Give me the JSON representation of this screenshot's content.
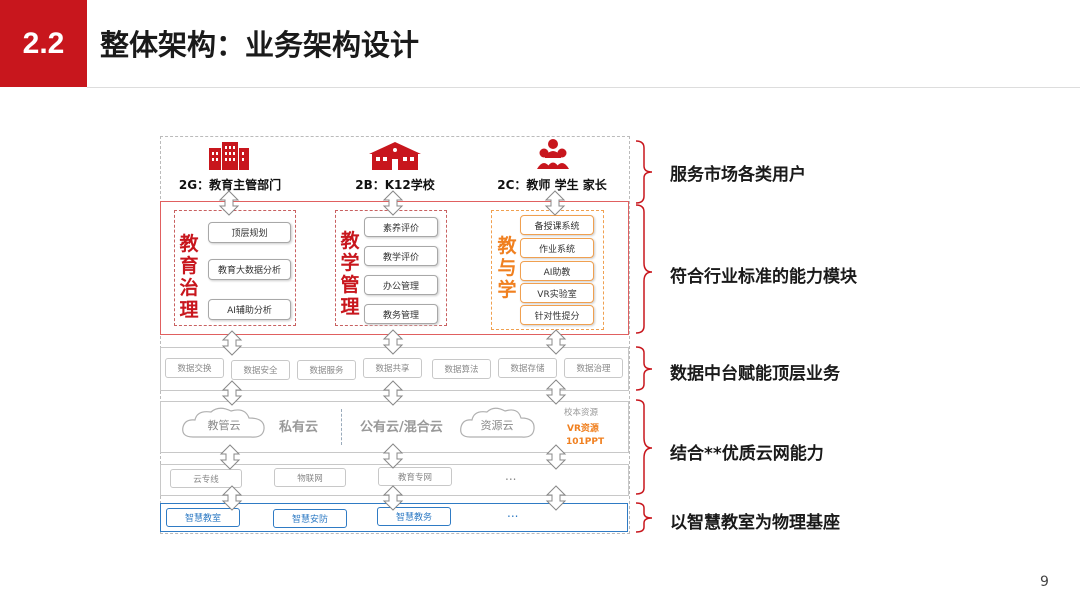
{
  "header": {
    "badge": "2.2",
    "title": "整体架构：业务架构设计"
  },
  "users": [
    {
      "label": "2G：教育主管部门",
      "icon": "government-building-icon"
    },
    {
      "label": "2B：K12学校",
      "icon": "school-building-icon"
    },
    {
      "label": "2C：教师 学生 家长",
      "icon": "people-group-icon"
    }
  ],
  "capability": {
    "groups": [
      {
        "title": "教育治理",
        "title_chars": [
          "教",
          "育",
          "治",
          "理"
        ],
        "modules": [
          "顶层规划",
          "教育大数据分析",
          "AI辅助分析"
        ]
      },
      {
        "title": "教学管理",
        "title_chars": [
          "教",
          "学",
          "管",
          "理"
        ],
        "modules": [
          "素养评价",
          "教学评价",
          "办公管理",
          "教务管理"
        ]
      },
      {
        "title": "教与学",
        "title_chars": [
          "教",
          "与",
          "学"
        ],
        "modules": [
          "备授课系统",
          "作业系统",
          "AI助教",
          "VR实验室",
          "针对性提分"
        ]
      }
    ]
  },
  "data_platform": {
    "items": [
      "数据交换",
      "数据安全",
      "数据服务",
      "数据共享",
      "数据算法",
      "数据存储",
      "数据治理"
    ]
  },
  "cloud": {
    "edu_cloud": "教管云",
    "private": "私有云",
    "public": "公有云/混合云",
    "resource_cloud": "资源云",
    "resources": [
      "校本资源",
      "VR资源",
      "101PPT"
    ]
  },
  "network": {
    "items": [
      "云专线",
      "物联网",
      "教育专网",
      "..."
    ]
  },
  "smart": {
    "items": [
      "智慧教室",
      "智慧安防",
      "智慧教务",
      "..."
    ]
  },
  "right_labels": [
    "服务市场各类用户",
    "符合行业标准的能力模块",
    "数据中台赋能顶层业务",
    "结合**优质云网能力",
    "以智慧教室为物理基座"
  ],
  "page_number": "9",
  "colors": {
    "accent": "#c8161d",
    "box_red": "#e06060",
    "orange": "#f08020",
    "blue": "#2f7bc4"
  }
}
